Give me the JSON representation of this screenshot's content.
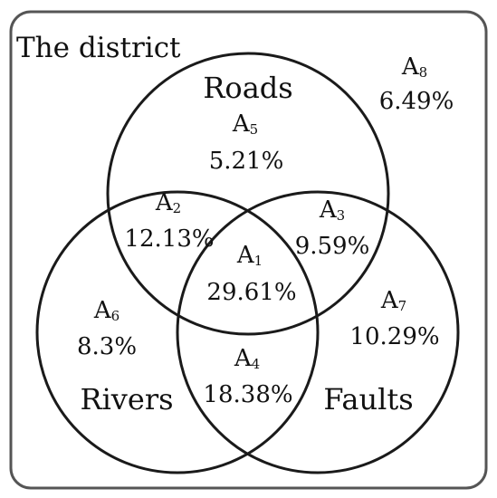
{
  "diagram": {
    "universe_label": "The district",
    "sets": {
      "roads": "Roads",
      "rivers": "Rivers",
      "faults": "Faults"
    },
    "regions": [
      {
        "key": "A1",
        "letter": "A",
        "index": "1",
        "value": "29.61%"
      },
      {
        "key": "A2",
        "letter": "A",
        "index": "2",
        "value": "12.13%"
      },
      {
        "key": "A3",
        "letter": "A",
        "index": "3",
        "value": "9.59%"
      },
      {
        "key": "A4",
        "letter": "A",
        "index": "4",
        "value": "18.38%"
      },
      {
        "key": "A5",
        "letter": "A",
        "index": "5",
        "value": "5.21%"
      },
      {
        "key": "A6",
        "letter": "A",
        "index": "6",
        "value": "8.3%"
      },
      {
        "key": "A7",
        "letter": "A",
        "index": "7",
        "value": "10.29%"
      },
      {
        "key": "A8",
        "letter": "A",
        "index": "8",
        "value": "6.49%"
      }
    ],
    "colors": {
      "stroke": "#1a1a1a",
      "frame": "#555555",
      "background": "#ffffff"
    }
  }
}
